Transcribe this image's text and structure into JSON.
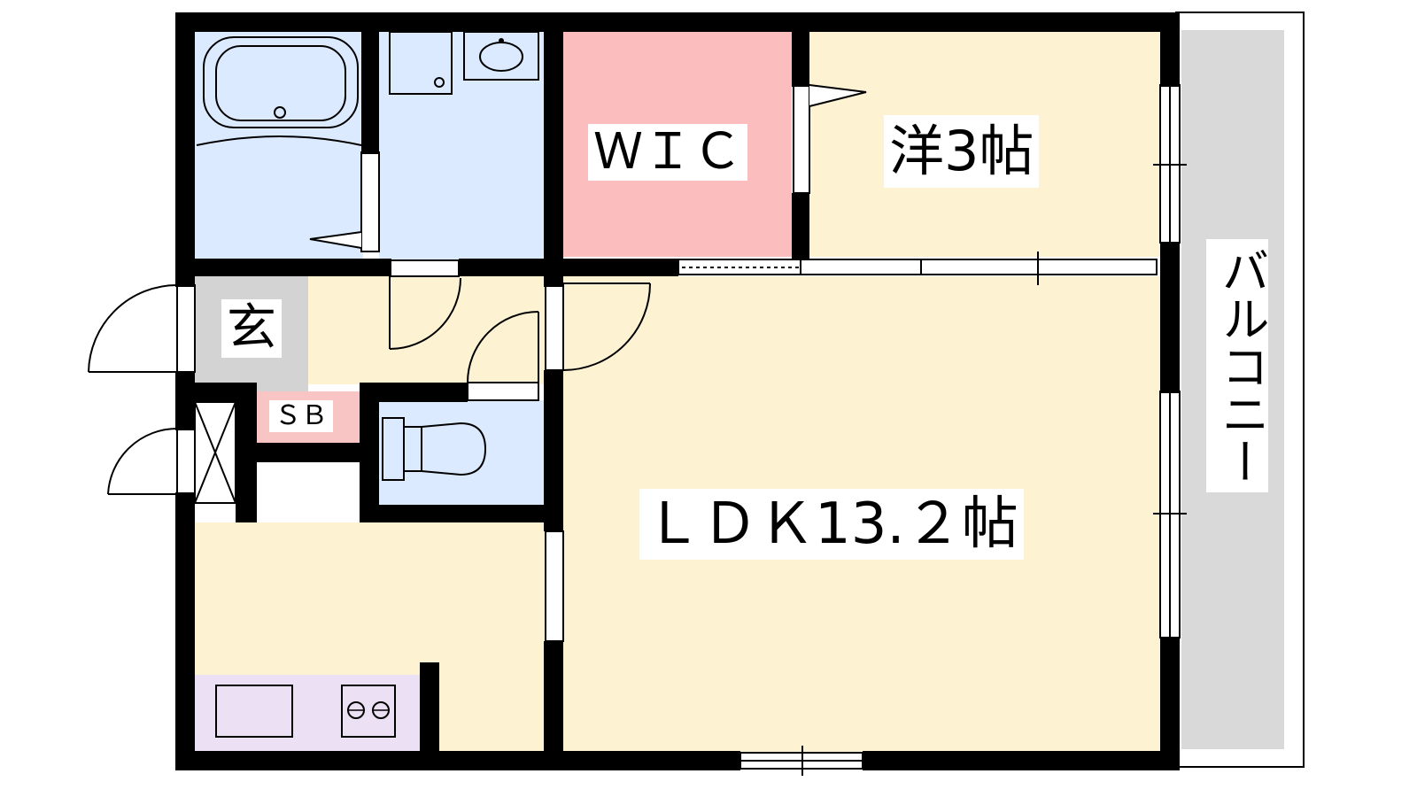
{
  "floorplan": {
    "rooms": {
      "wic": "ＷＩＣ",
      "western": "洋3帖",
      "entrance": "玄",
      "shoe_box": "ＳＢ",
      "ldk": "ＬＤＫ13.２帖",
      "balcony": "バルコニー"
    }
  },
  "colors": {
    "wet_area": "#dbeafe",
    "living": "#fdf3d3",
    "wic": "#fbbdbd",
    "entrance": "#d3d3d3",
    "shoe_box": "#f9c4c4",
    "kitchen": "#ece0f5",
    "balcony": "#d9d9d9",
    "wall": "#000000"
  }
}
